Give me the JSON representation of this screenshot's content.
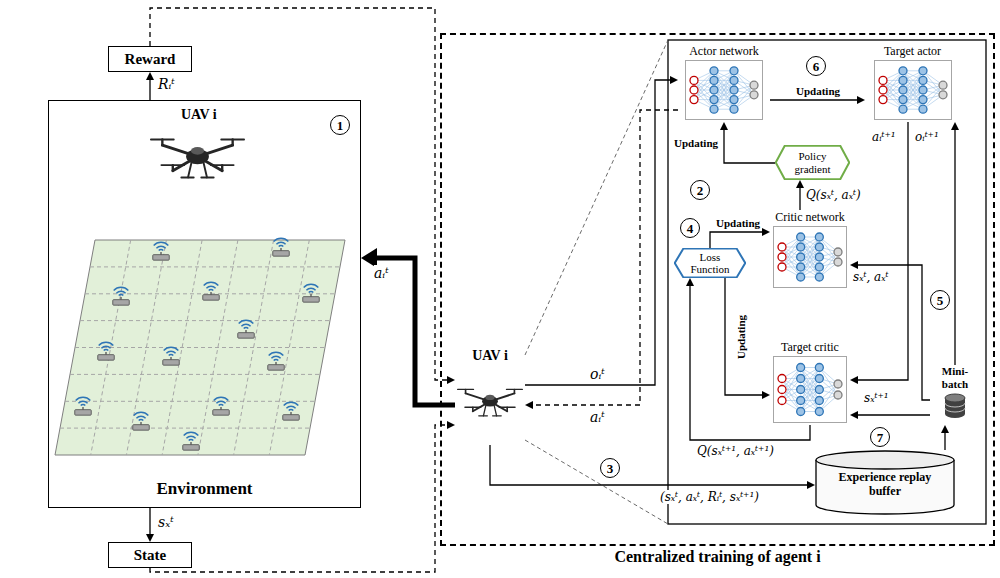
{
  "diagram": {
    "nodes": [
      {
        "text": [
          "Reward"
        ]
      },
      {
        "text": [
          "Environment"
        ]
      },
      {
        "text": [
          "State"
        ]
      },
      {
        "text": [
          "Centralized training of agent i"
        ]
      },
      {
        "text": [
          "UAV i"
        ],
        "in": 3
      },
      {
        "text": [
          "Actor network"
        ],
        "in": 3
      },
      {
        "text": [
          "Target actor"
        ],
        "in": 3
      },
      {
        "text": [
          "Policy gradient"
        ],
        "in": 3
      },
      {
        "text": [
          "Critic network"
        ],
        "in": 3
      },
      {
        "text": [
          "Loss Function"
        ],
        "in": 3
      },
      {
        "text": [
          "Target critic"
        ],
        "in": 3
      },
      {
        "text": [
          "Mini-batch"
        ],
        "in": 3
      },
      {
        "text": [
          "Experience replay buffer"
        ],
        "in": 3
      }
    ],
    "edges": [
      {
        "from": 1,
        "to": 0,
        "label": "Rᵢᵗ",
        "arrow": "to"
      },
      {
        "from": 1,
        "to": 2,
        "label": "sₓᵗ",
        "arrow": "to"
      },
      {
        "from": 0,
        "to": 4,
        "arrow": "to"
      },
      {
        "from": 2,
        "to": 4,
        "arrow": "to"
      },
      {
        "from": 4,
        "to": 1,
        "label": "aᵢᵗ",
        "arrow": "to"
      },
      {
        "from": 4,
        "to": 5,
        "label": "oᵢᵗ",
        "arrow": "to"
      },
      {
        "from": 5,
        "to": 4,
        "label": "aᵢᵗ",
        "arrow": "to"
      },
      {
        "from": 4,
        "to": 12,
        "label": "(sₓᵗ, aₓᵗ, Rᵢᵗ, sₓᵗ⁺¹)",
        "arrow": "to"
      },
      {
        "from": 5,
        "to": 6,
        "label": "Updating",
        "arrow": "to"
      },
      {
        "from": 7,
        "to": 5,
        "label": "Updating",
        "arrow": "to"
      },
      {
        "from": 8,
        "to": 7,
        "label": "Q(sₓᵗ, aₓᵗ)",
        "arrow": "to"
      },
      {
        "from": 9,
        "to": 8,
        "label": "Updating",
        "arrow": "to"
      },
      {
        "from": 9,
        "to": 10,
        "label": "Updating",
        "arrow": "to"
      },
      {
        "from": 10,
        "to": 9,
        "label": "Q(sₓᵗ⁺¹, aₓᵗ⁺¹)",
        "arrow": "to"
      },
      {
        "from": 6,
        "to": 10,
        "label": "aᵢᵗ⁺¹",
        "arrow": "to"
      },
      {
        "from": 11,
        "to": 6,
        "label": "oᵢᵗ⁺¹",
        "arrow": "to"
      },
      {
        "from": 11,
        "to": 8,
        "label": "sₓᵗ, aₓᵗ",
        "arrow": "to"
      },
      {
        "from": 11,
        "to": 10,
        "label": "sₓᵗ⁺¹",
        "arrow": "to"
      },
      {
        "from": 12,
        "to": 11,
        "arrow": "to"
      }
    ],
    "labels": [
      "UAV i",
      "1",
      "2",
      "3",
      "4",
      "5",
      "6",
      "7"
    ]
  }
}
